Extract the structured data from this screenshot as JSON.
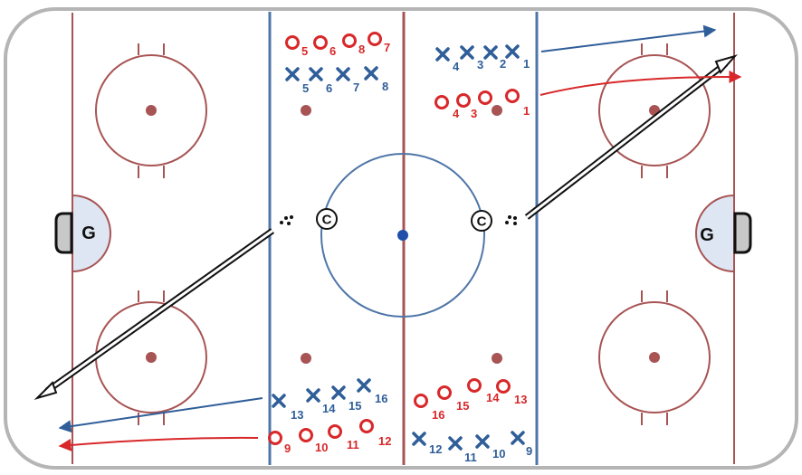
{
  "rink": {
    "goalie_left_label": "G",
    "goalie_right_label": "G",
    "coach_left_label": "C",
    "coach_right_label": "C"
  },
  "players": {
    "top_left_o": [
      "5",
      "6",
      "8",
      "7"
    ],
    "top_left_x": [
      "5",
      "6",
      "7",
      "8"
    ],
    "top_right_x": [
      "4",
      "3",
      "2",
      "1"
    ],
    "top_right_o": [
      "4",
      "3",
      "1"
    ],
    "bottom_left_x": [
      "13",
      "14",
      "15",
      "16"
    ],
    "bottom_left_o": [
      "9",
      "10",
      "11",
      "12"
    ],
    "bottom_right_o": [
      "16",
      "15",
      "14",
      "13"
    ],
    "bottom_right_x": [
      "12",
      "11",
      "10",
      "9"
    ]
  },
  "colors": {
    "rink_line_red": "#a85454",
    "blue_line": "#4f76a8",
    "player_red": "#d8282a",
    "player_blue": "#2f5e99",
    "border": "#b5b5b5"
  }
}
